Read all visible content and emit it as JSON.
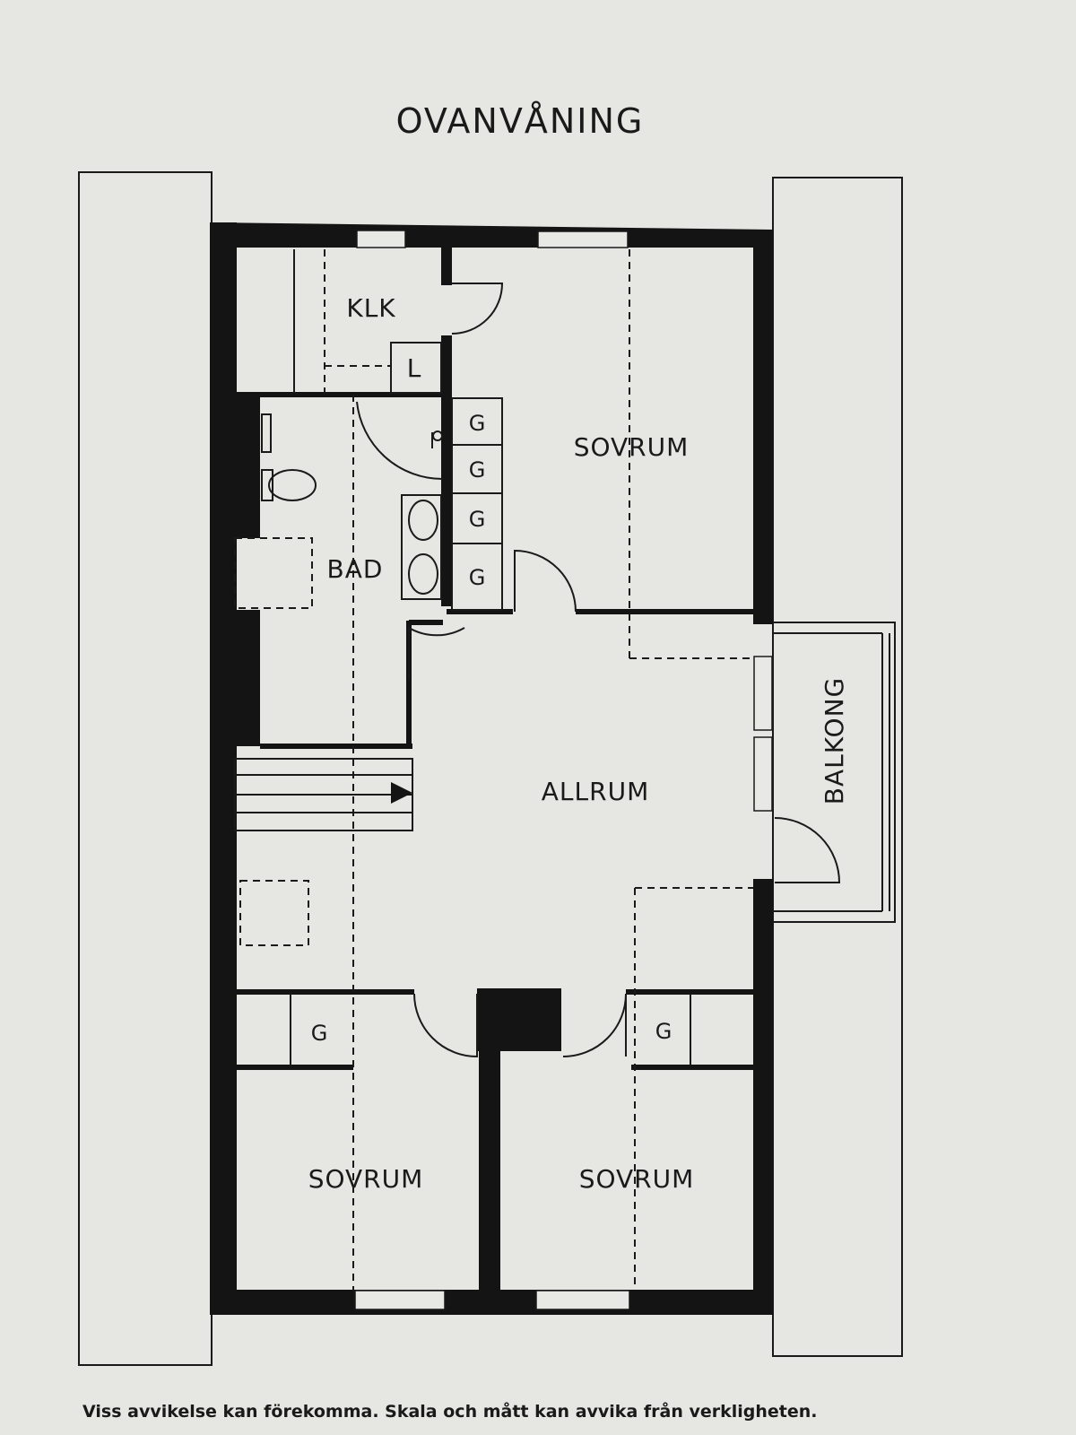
{
  "title": "OVANVÅNING",
  "rooms": {
    "klk": "KLK",
    "laundry": "L",
    "bath": "BAD",
    "bedroom_top": "SOVRUM",
    "family_room": "ALLRUM",
    "balcony": "BALKONG",
    "bedroom_bottom_left": "SOVRUM",
    "bedroom_bottom_right": "SOVRUM"
  },
  "wardrobes": {
    "g1": "G",
    "g2": "G",
    "g3": "G",
    "g4": "G",
    "g5": "G",
    "g6": "G"
  },
  "disclaimer": "Viss avvikelse kan förekomma. Skala och mått kan avvika från verkligheten."
}
